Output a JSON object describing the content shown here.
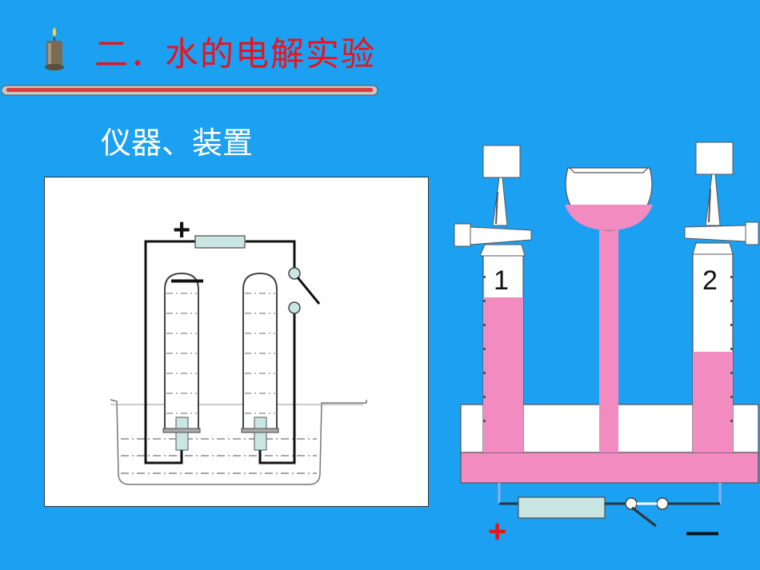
{
  "header": {
    "title": "二．水的电解实验",
    "subtitle": "仪器、装置"
  },
  "left_diagram": {
    "plus_sign": "+",
    "minus_sign": "—"
  },
  "apparatus": {
    "tube_left_label": "1",
    "tube_right_label": "2",
    "plus_sign": "+",
    "minus_sign": "—"
  },
  "colors": {
    "background": "#1ba0f2",
    "title": "#e8141b",
    "liquid": "#f28cc0",
    "plus": "#e8141b"
  }
}
